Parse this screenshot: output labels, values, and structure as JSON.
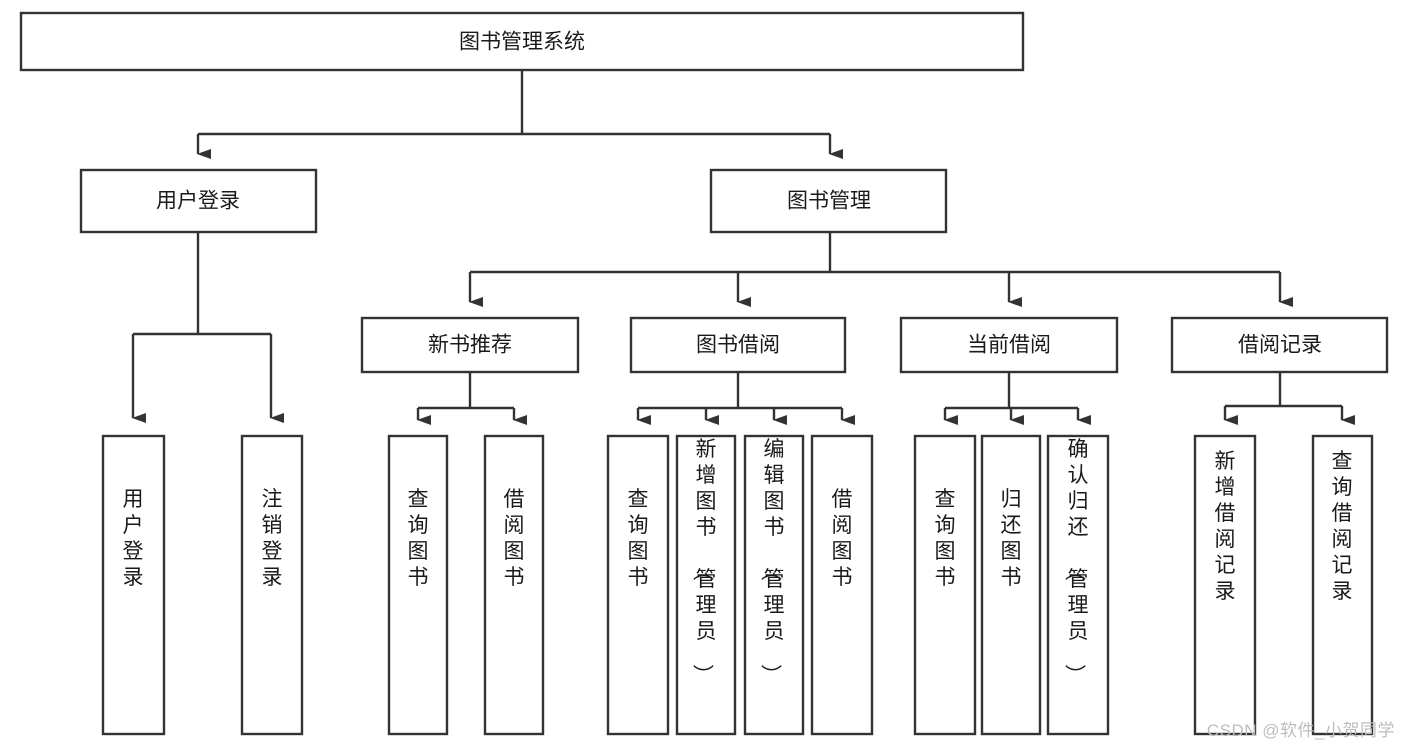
{
  "diagram": {
    "type": "tree-hierarchy",
    "title": "图书管理系统",
    "watermark": "CSDN @软件_小贺同学",
    "colors": {
      "background": "#ffffff",
      "stroke": "#333333",
      "text": "#1a1a1a",
      "watermark": "#bdbdbd"
    },
    "levels": {
      "root": {
        "label": "图书管理系统"
      },
      "level2": [
        {
          "id": "user-login",
          "label": "用户登录"
        },
        {
          "id": "book-management",
          "label": "图书管理"
        }
      ],
      "level3": [
        {
          "id": "new-book-recommend",
          "label": "新书推荐",
          "parent": "book-management"
        },
        {
          "id": "book-borrow",
          "label": "图书借阅",
          "parent": "book-management"
        },
        {
          "id": "current-borrow",
          "label": "当前借阅",
          "parent": "book-management"
        },
        {
          "id": "borrow-record",
          "label": "借阅记录",
          "parent": "book-management"
        }
      ],
      "leaves": [
        {
          "id": "leaf-user-login",
          "label": "用户登录",
          "parent": "user-login"
        },
        {
          "id": "leaf-logout",
          "label": "注销登录",
          "parent": "user-login"
        },
        {
          "id": "leaf-query-book-1",
          "label": "查询图书",
          "parent": "new-book-recommend"
        },
        {
          "id": "leaf-borrow-book-1",
          "label": "借阅图书",
          "parent": "new-book-recommend"
        },
        {
          "id": "leaf-query-book-2",
          "label": "查询图书",
          "parent": "book-borrow"
        },
        {
          "id": "leaf-add-book",
          "label": "新增图书（管理员）",
          "parent": "book-borrow"
        },
        {
          "id": "leaf-edit-book",
          "label": "编辑图书（管理员）",
          "parent": "book-borrow"
        },
        {
          "id": "leaf-borrow-book-2",
          "label": "借阅图书",
          "parent": "book-borrow"
        },
        {
          "id": "leaf-query-book-3",
          "label": "查询图书",
          "parent": "current-borrow"
        },
        {
          "id": "leaf-return-book",
          "label": "归还图书",
          "parent": "current-borrow"
        },
        {
          "id": "leaf-confirm-return",
          "label": "确认归还（管理员）",
          "parent": "current-borrow"
        },
        {
          "id": "leaf-add-record",
          "label": "新增借阅记录",
          "parent": "borrow-record"
        },
        {
          "id": "leaf-query-record",
          "label": "查询借阅记录",
          "parent": "borrow-record"
        }
      ]
    }
  }
}
